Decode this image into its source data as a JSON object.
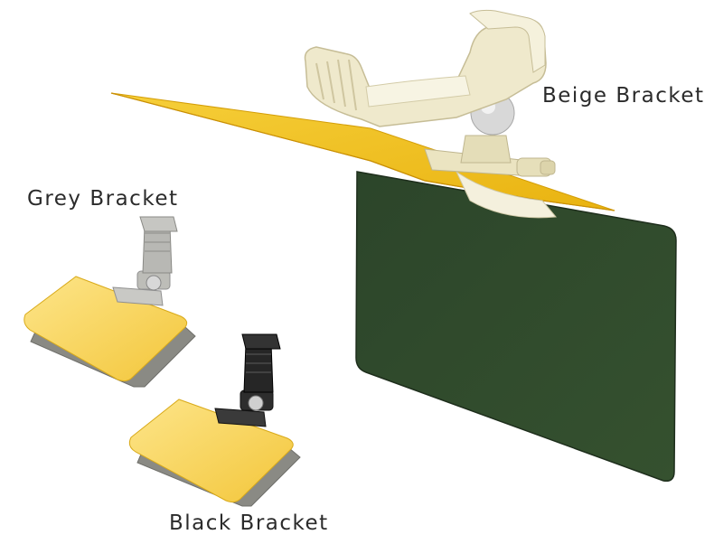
{
  "labels": {
    "beige": "Beige Bracket",
    "grey": "Grey Bracket",
    "black": "Black Bracket"
  },
  "colors": {
    "background": "#ffffff",
    "yellow_lens": "#f2c21c",
    "dark_lens": "#2f4a2c",
    "beige_bracket": "#ece5c4",
    "grey_bracket": "#b8b8b4",
    "black_bracket": "#2a2a2a",
    "label_text": "#2b2b2b"
  }
}
